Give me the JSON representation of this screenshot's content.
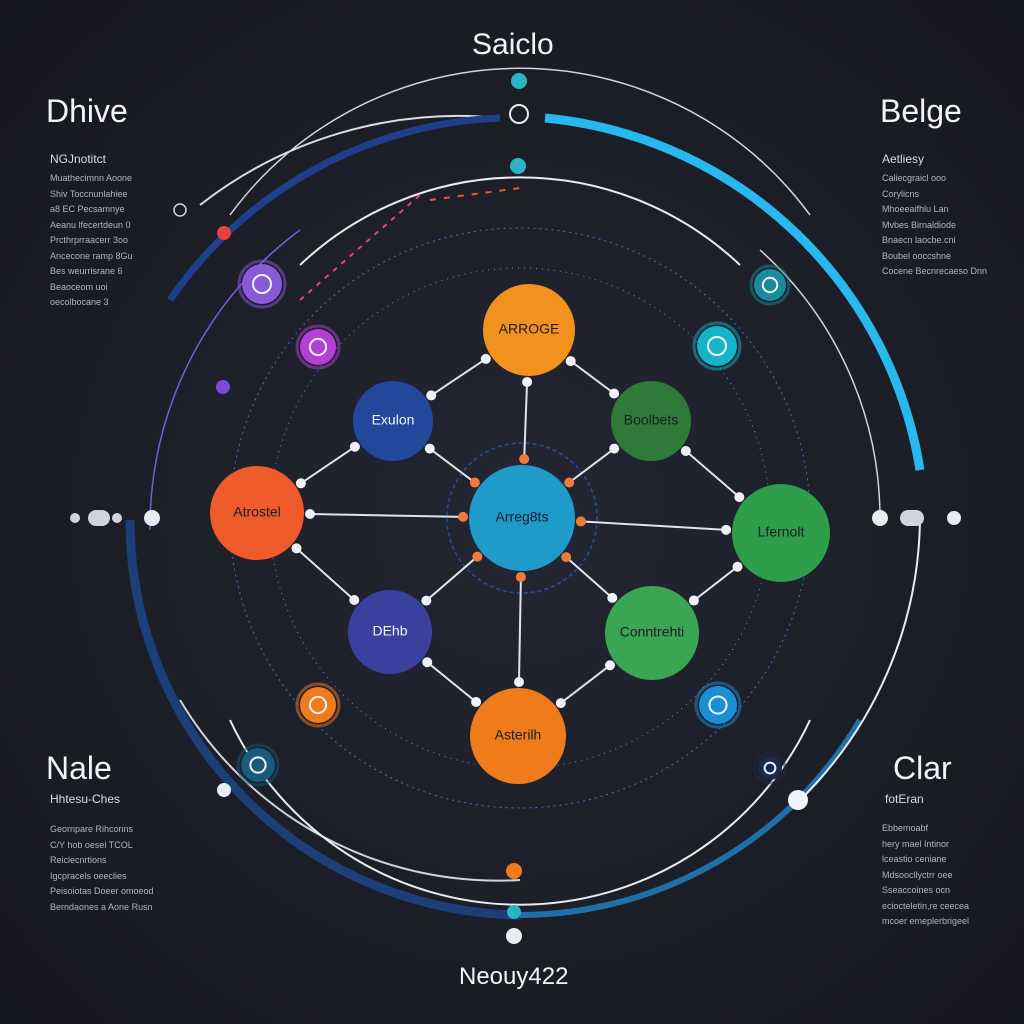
{
  "header": {
    "title": "Saiclo"
  },
  "footer": {
    "label": "Neouy422"
  },
  "corners": {
    "top_left": {
      "title": "Dhive",
      "subtitle": "NGJnotitct",
      "lines": [
        "Muathecimnn Aoone",
        "Shiv Toccnunlahiee",
        "a8 EC Pecsamnye",
        "Aeanu lfecertdeun 0",
        "Prcthrprraacerr 3oo",
        "Ancecone ramp 8Gu",
        "Bes weurrisrane 6",
        "Beaoceom uoi",
        "oecolbocane 3"
      ]
    },
    "top_right": {
      "title": "Belge",
      "subtitle": "Aetliesy",
      "lines": [
        "Caliecgraicl ooo",
        "Corylicns",
        "Mhoeeaifhlu Lan",
        "Mvbes Birnaldiode",
        "Bnaecn laocbe.cni",
        "Boubel ooccshne",
        "Cocene Becnrecaeso Dnn"
      ]
    },
    "bottom_left": {
      "title": "Nale",
      "subtitle": "Hhtesu-Ches",
      "lines": [
        "Geornpare Rihconns",
        "C/Y hob oesel TCOL",
        "Reiclecnrtions",
        "Igcpracels oeeclies",
        "Peisoiotas Doeer omoeod",
        "Berndaones a Aone Rusn"
      ]
    },
    "bottom_right": {
      "title": "Clar",
      "subtitle": "fotEran",
      "lines": [
        "Ebbemoabf",
        "hery mael Intinor",
        "lceastio ceniane",
        "Mdsoocllyctrr oee",
        "Sseaccoines ocn",
        "eciocteletin,re ceecea",
        "mcoer emeplerbrigeel"
      ]
    }
  },
  "nodes": [
    {
      "id": "center",
      "label": "Arreg8ts",
      "color": "#1e9acb"
    },
    {
      "id": "top",
      "label": "ARROGE",
      "color": "#f0921d"
    },
    {
      "id": "upper-left",
      "label": "Exulon",
      "color": "#23479b"
    },
    {
      "id": "upper-right",
      "label": "Boolbets",
      "color": "#2f7a39"
    },
    {
      "id": "left",
      "label": "Atrostel",
      "color": "#ef5a2a"
    },
    {
      "id": "right",
      "label": "Lfernolt",
      "color": "#2f9e4a"
    },
    {
      "id": "lower-left",
      "label": "DEhb",
      "color": "#3a409e"
    },
    {
      "id": "lower-right",
      "label": "Conntrehti",
      "color": "#3aa653"
    },
    {
      "id": "bottom",
      "label": "Asterilh",
      "color": "#ef7b1b"
    }
  ],
  "icon_nodes": [
    {
      "name": "sphere-icon",
      "color": "#8a5ad8"
    },
    {
      "name": "device-icon",
      "color": "#b43fd6"
    },
    {
      "name": "cube-icon",
      "color": "#1b8a9a"
    },
    {
      "name": "chat-icon",
      "color": "#17b3c9"
    },
    {
      "name": "target-icon",
      "color": "#f07a1e"
    },
    {
      "name": "swirl-icon",
      "color": "#1b8fd6"
    },
    {
      "name": "gauge-icon",
      "color": "#1a5a7a"
    },
    {
      "name": "eye-icon",
      "color": "#1a2a4a"
    }
  ],
  "accents": {
    "blue": "#28b8ee",
    "navy": "#1f3f8a",
    "white": "#e8ecf2"
  }
}
